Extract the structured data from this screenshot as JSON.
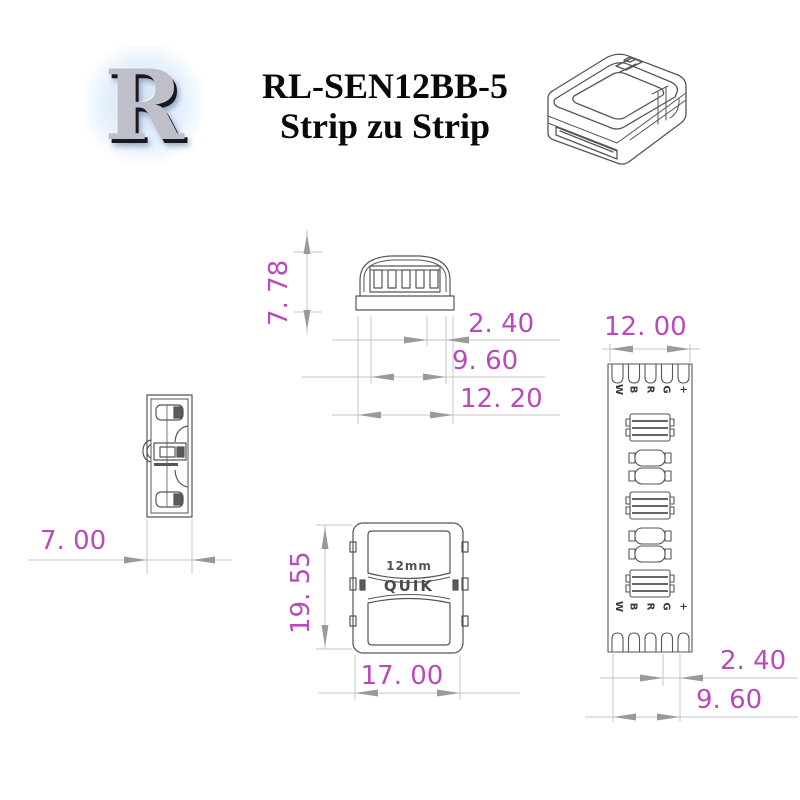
{
  "header": {
    "logo_letter": "R",
    "title_line1": "RL-SEN12BB-5",
    "title_line2": "Strip zu Strip"
  },
  "colors": {
    "dimension_text": "#b94bb9",
    "dimension_line": "#c4c4c4",
    "drawing_line": "#565656"
  },
  "dimensions": {
    "dome_height": "7. 78",
    "dome_pad_offset": "2. 40",
    "dome_pad_span": "9. 60",
    "dome_base_width": "12. 20",
    "strip_width": "12. 00",
    "side_view_width": "7. 00",
    "front_view_height": "19. 55",
    "front_view_width": "17. 00",
    "strip_pad_offset": "2. 40",
    "strip_pad_span": "9. 60"
  },
  "front_view": {
    "embossed_size_label": "12mm",
    "embossed_brand_label": "QUIK"
  },
  "strip_view": {
    "top_pad_labels": [
      "W",
      "B",
      "R",
      "G",
      "+"
    ],
    "bottom_pad_labels": [
      "W",
      "B",
      "R",
      "G",
      "+"
    ]
  }
}
